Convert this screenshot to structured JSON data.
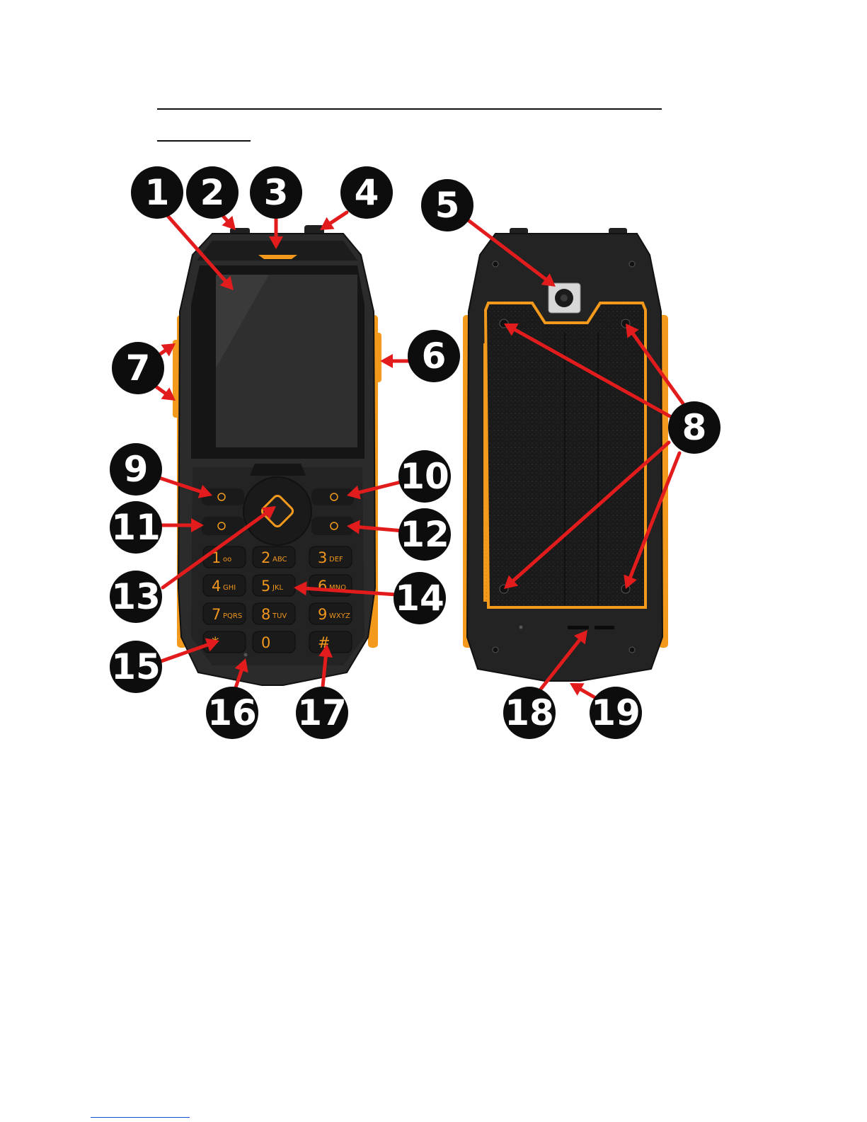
{
  "colors": {
    "body": "#2b2b2b",
    "body_dark": "#161616",
    "accent": "#f39a1c",
    "arrow": "#e21c1c",
    "badge": "#0d0d0d",
    "badge_text": "#ffffff",
    "screen": "#2a2a2a",
    "key_text": "#f0961e"
  },
  "callouts": [
    "1",
    "2",
    "3",
    "4",
    "5",
    "6",
    "7",
    "8",
    "9",
    "10",
    "11",
    "12",
    "13",
    "14",
    "15",
    "16",
    "17",
    "18",
    "19"
  ],
  "keypad": [
    {
      "digit": "1",
      "sub": "oo"
    },
    {
      "digit": "2",
      "sub": "ABC"
    },
    {
      "digit": "3",
      "sub": "DEF"
    },
    {
      "digit": "4",
      "sub": "GHI"
    },
    {
      "digit": "5",
      "sub": "JKL"
    },
    {
      "digit": "6",
      "sub": "MNO"
    },
    {
      "digit": "7",
      "sub": "PQRS"
    },
    {
      "digit": "8",
      "sub": "TUV"
    },
    {
      "digit": "9",
      "sub": "WXYZ"
    },
    {
      "digit": "*",
      "sub": ""
    },
    {
      "digit": "0",
      "sub": ""
    },
    {
      "digit": "#",
      "sub": ""
    }
  ]
}
